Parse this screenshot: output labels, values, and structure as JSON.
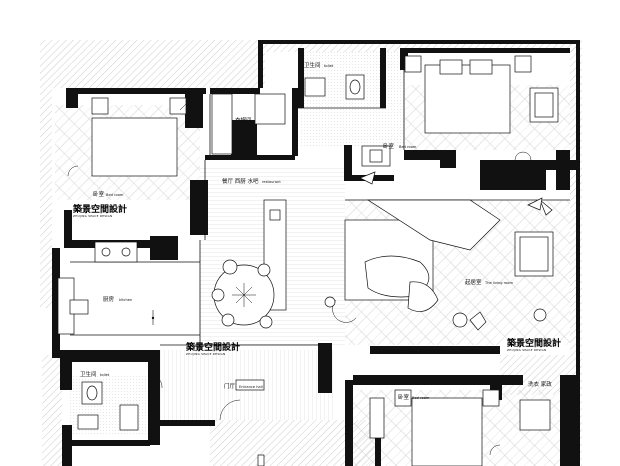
{
  "rooms": {
    "bath_top": {
      "zh": "卫生间",
      "en": "toilet"
    },
    "bedroom_master": {
      "zh": "卧室",
      "en": "Bed room"
    },
    "bedroom_left": {
      "zh": "卧室",
      "en": "Bed room"
    },
    "closet": {
      "zh": "衣帽间",
      "en": ""
    },
    "dining": {
      "zh": "餐厅 西厨 水吧",
      "en": "restaurant"
    },
    "living": {
      "zh": "起居室",
      "en": "The living room"
    },
    "kitchen": {
      "zh": "厨房",
      "en": "kitchen"
    },
    "entrance": {
      "zh": "门厅",
      "en": "Entrance hall"
    },
    "bath_bottom": {
      "zh": "卫生间",
      "en": "toilet"
    },
    "laundry": {
      "zh": "洗衣 家政",
      "en": ""
    },
    "bedroom_bottom": {
      "zh": "卧室",
      "en": "Bed room"
    }
  },
  "brand": {
    "name": "築景空間設計",
    "sub": "ZHUJING SPACE DESIGN"
  },
  "colors": {
    "wall": "#111111",
    "background": "#ffffff",
    "hatch": "#b5b5b5"
  }
}
